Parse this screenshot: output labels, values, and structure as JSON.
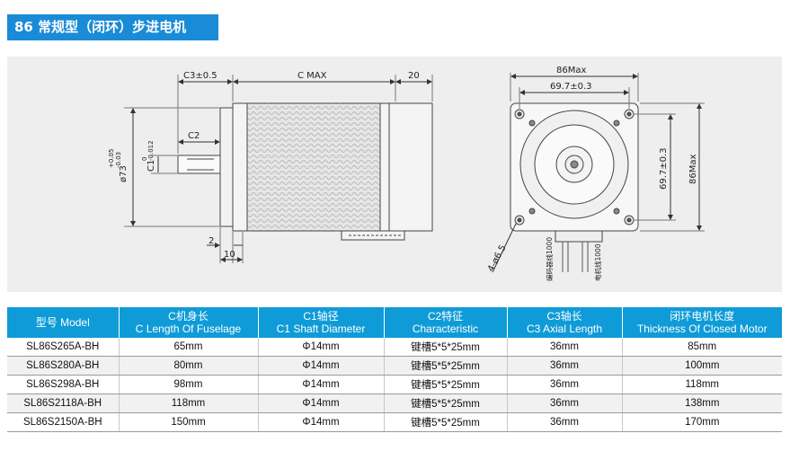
{
  "page": {
    "title": "86 常规型（闭环）步进电机"
  },
  "drawing": {
    "side_view": {
      "c3": "C3±0.5",
      "cmax": "C MAX",
      "len20": "20",
      "c2": "C2",
      "dia73": "ø73",
      "dia73_tol_upper": "+0.05",
      "dia73_tol_lower": "-0.03",
      "c1": "C1",
      "c1_tol_upper": "0",
      "c1_tol_lower": "-0.012",
      "len2": "2",
      "len10": "10"
    },
    "front_view": {
      "w86max": "86Max",
      "w697": "69.7±0.3",
      "h697": "69.7±0.3",
      "h86max": "86Max",
      "holes": "4-ø6.5",
      "lead1": "编码器线1000",
      "lead2": "电机线1000"
    }
  },
  "table": {
    "headers": [
      {
        "cn": "型号 Model",
        "en": ""
      },
      {
        "cn": "C机身长",
        "en": "C Length Of Fuselage"
      },
      {
        "cn": "C1轴径",
        "en": "C1 Shaft Diameter"
      },
      {
        "cn": "C2特征",
        "en": "Characteristic"
      },
      {
        "cn": "C3轴长",
        "en": "C3 Axial Length"
      },
      {
        "cn": "闭环电机长度",
        "en": "Thickness Of Closed Motor"
      }
    ],
    "rows": [
      [
        "SL86S265A-BH",
        "65mm",
        "Φ14mm",
        "键槽5*5*25mm",
        "36mm",
        "85mm"
      ],
      [
        "SL86S280A-BH",
        "80mm",
        "Φ14mm",
        "键槽5*5*25mm",
        "36mm",
        "100mm"
      ],
      [
        "SL86S298A-BH",
        "98mm",
        "Φ14mm",
        "键槽5*5*25mm",
        "36mm",
        "118mm"
      ],
      [
        "SL86S2118A-BH",
        "118mm",
        "Φ14mm",
        "键槽5*5*25mm",
        "36mm",
        "138mm"
      ],
      [
        "SL86S2150A-BH",
        "150mm",
        "Φ14mm",
        "键槽5*5*25mm",
        "36mm",
        "170mm"
      ]
    ]
  }
}
